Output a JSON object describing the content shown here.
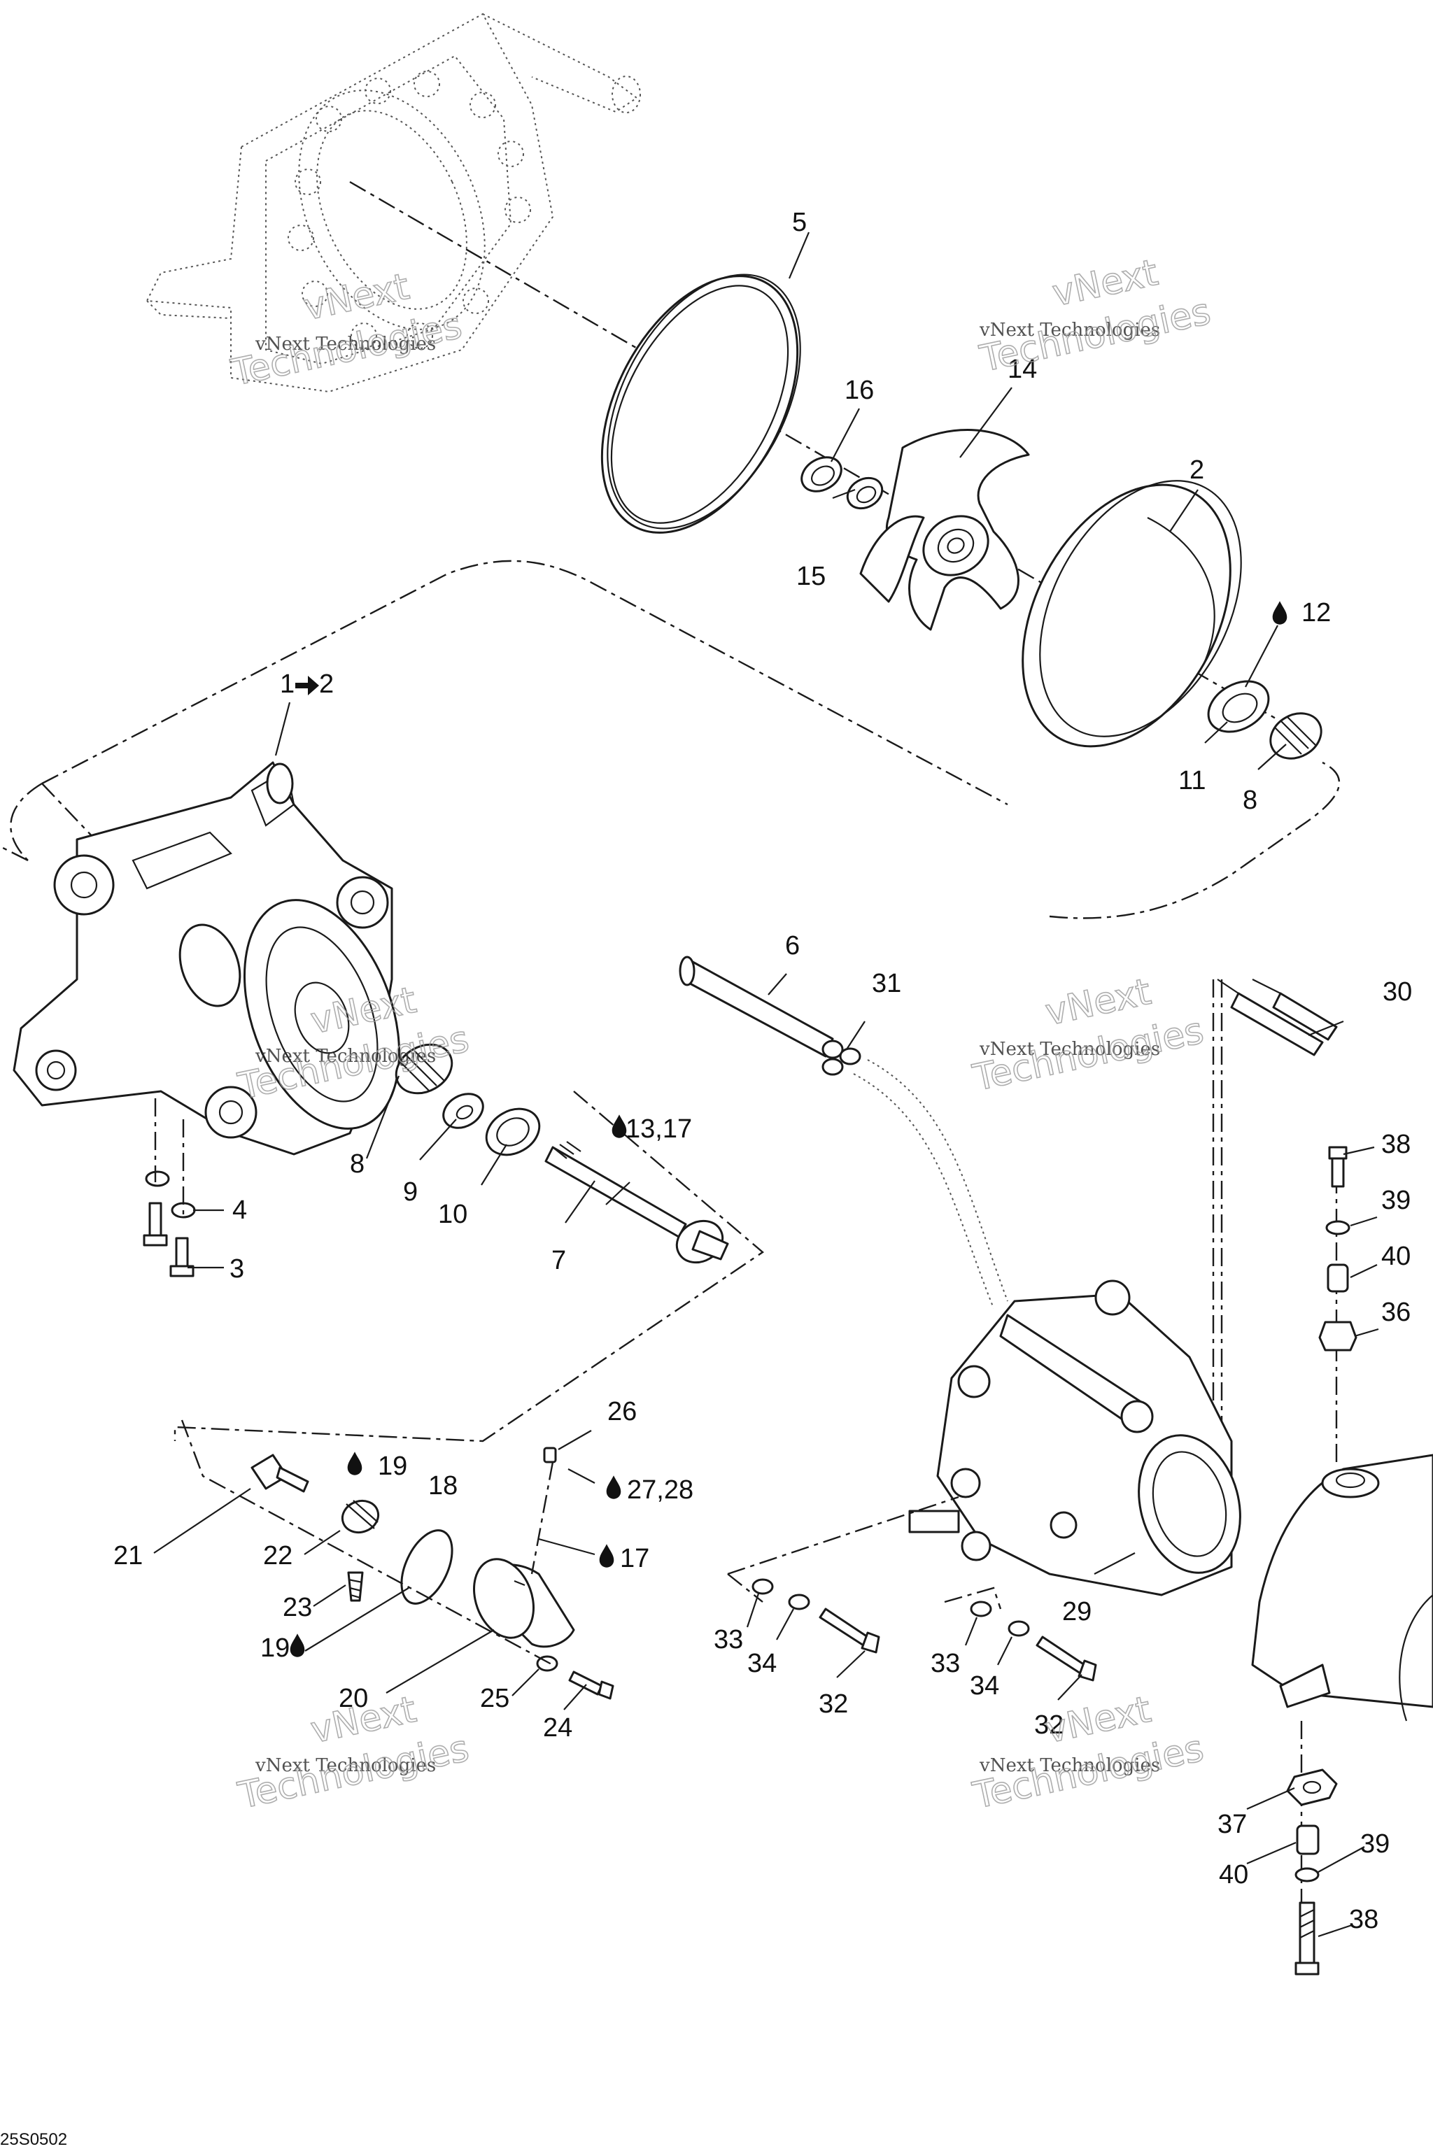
{
  "drawing_code": "25S0502",
  "watermark": {
    "line1": "vNext Technologies",
    "line2": "vNext",
    "line3": "Technologies"
  },
  "callouts": {
    "c1": "1",
    "c1_arrow": "2",
    "c2": "2",
    "c3": "3",
    "c4": "4",
    "c5": "5",
    "c6": "6",
    "c7": "7",
    "c8a": "8",
    "c8b": "8",
    "c9": "9",
    "c10": "10",
    "c11": "11",
    "c12": "12",
    "c13_17": "13,17",
    "c14": "14",
    "c15": "15",
    "c16": "16",
    "c17": "17",
    "c18": "18",
    "c19a": "19",
    "c19b": "19",
    "c20": "20",
    "c21": "21",
    "c22": "22",
    "c23": "23",
    "c24": "24",
    "c25": "25",
    "c26": "26",
    "c27_28": "27,28",
    "c29": "29",
    "c30": "30",
    "c31": "31",
    "c32a": "32",
    "c32b": "32",
    "c33a": "33",
    "c33b": "33",
    "c34a": "34",
    "c34b": "34",
    "c36": "36",
    "c37": "37",
    "c38a": "38",
    "c38b": "38",
    "c39a": "39",
    "c39b": "39",
    "c40a": "40",
    "c40b": "40"
  },
  "icons": {
    "lubricant": "drop-icon",
    "replaces": "arrow-right-icon"
  }
}
